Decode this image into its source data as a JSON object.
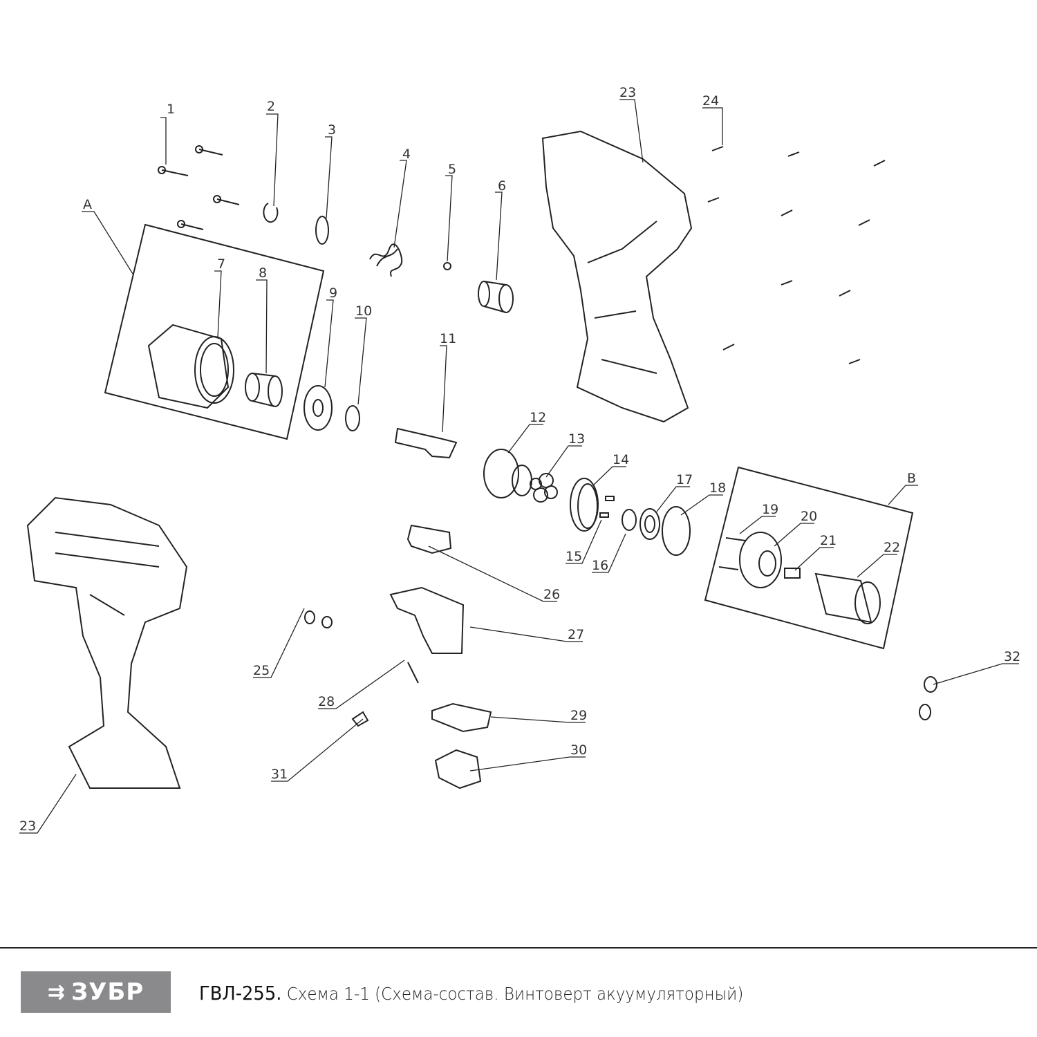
{
  "labels": {
    "p1": "1",
    "p2": "2",
    "p3": "3",
    "p4": "4",
    "p5": "5",
    "p6": "6",
    "pA": "A",
    "p7": "7",
    "p8": "8",
    "p9": "9",
    "p10": "10",
    "p11": "11",
    "p12": "12",
    "p13": "13",
    "p14": "14",
    "p15": "15",
    "p16": "16",
    "p17": "17",
    "p18": "18",
    "pB": "B",
    "p19": "19",
    "p20": "20",
    "p21": "21",
    "p22": "22",
    "p23a": "23",
    "p24": "24",
    "p25": "25",
    "p26": "26",
    "p27": "27",
    "p28": "28",
    "p29": "29",
    "p30": "30",
    "p31": "31",
    "p32": "32",
    "p23b": "23"
  },
  "footer": {
    "logo_text": "ЗУБР",
    "model": "ГВЛ-255.",
    "description": "Схема 1-1 (Схема-состав. Винтоверт акуумуляторный)"
  }
}
